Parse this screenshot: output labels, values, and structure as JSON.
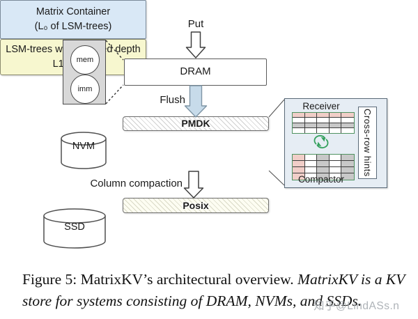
{
  "diagram": {
    "put_label": "Put",
    "flush_label": "Flush",
    "column_compaction_label": "Column compaction",
    "dram_label": "DRAM",
    "memtable_box": {
      "mem_label": "mem",
      "imm_label": "imm"
    },
    "nvm_label": "NVM",
    "ssd_label": "SSD",
    "pmdk_label": "PMDK",
    "matrix_container": {
      "line1": "Matrix Container",
      "line2": "(L₀ of LSM-trees)"
    },
    "posix_label": "Posix",
    "lsm_box": {
      "line1": "LSM-trees with reduced depth",
      "line2": "L1, L2,⋯"
    },
    "right_panel": {
      "receiver_label": "Receiver",
      "compactor_label": "Compactor",
      "cross_row_hints_label": "Cross-row hints",
      "recycle_icon": "sync-cycle-icon",
      "receiver_table": {
        "rows": 4,
        "cols": 5,
        "row_colors": [
          "#f1cec8",
          "#ffffff",
          "#c8c8c8",
          "#ffffff"
        ]
      },
      "compactor_table": {
        "rows": 4,
        "cols": 5,
        "col_colors": [
          "#f1cec8",
          "#ffffff",
          "#c8c8c8",
          "#ffffff",
          "#c8c8c8"
        ]
      }
    }
  },
  "caption": {
    "roman": "Figure 5: MatrixKV’s architectural overview.",
    "italic": "MatrixKV is a KV store for systems consisting of DRAM, NVMs, and SSDs."
  },
  "watermark": "知乎@LindASs.n",
  "colors": {
    "matrix_container_fill": "#d9e8f6",
    "lsm_box_fill": "#f7f7cf",
    "panel_fill": "#e6edf4",
    "cell_pink": "#f1cec8",
    "cell_gray": "#c8c8c8",
    "table_border_green": "#4f9260",
    "recycle_green": "#33a05c",
    "flush_arrow_fill": "#c7dbea",
    "memtable_box_fill": "#d8d8d8"
  }
}
